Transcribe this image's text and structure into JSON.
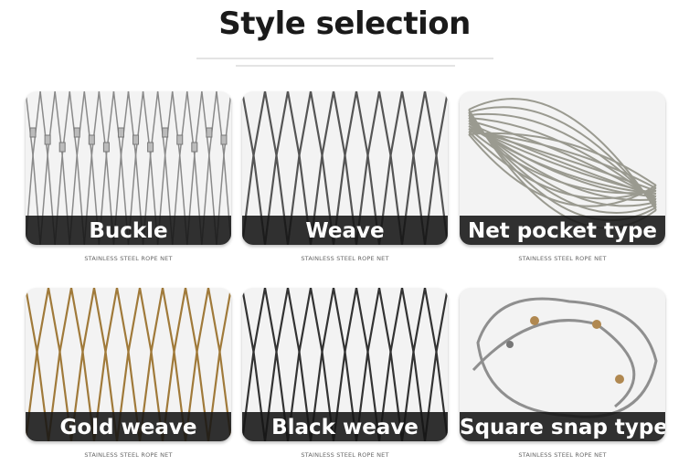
{
  "title": "Style selection",
  "items": [
    {
      "label": "Buckle",
      "caption": "STAINLESS STEEL ROPE NET",
      "wire": "#8a8a8a"
    },
    {
      "label": "Weave",
      "caption": "STAINLESS STEEL ROPE NET",
      "wire": "#555555"
    },
    {
      "label": "Net pocket type",
      "caption": "STAINLESS STEEL ROPE NET",
      "wire": "#9a9a90"
    },
    {
      "label": "Gold weave",
      "caption": "STAINLESS STEEL ROPE NET",
      "wire": "#a07a3a"
    },
    {
      "label": "Black weave",
      "caption": "STAINLESS STEEL ROPE NET",
      "wire": "#333333"
    },
    {
      "label": "Square snap type",
      "caption": "STAINLESS STEEL ROPE NET",
      "wire": "#8f8f8f"
    }
  ]
}
